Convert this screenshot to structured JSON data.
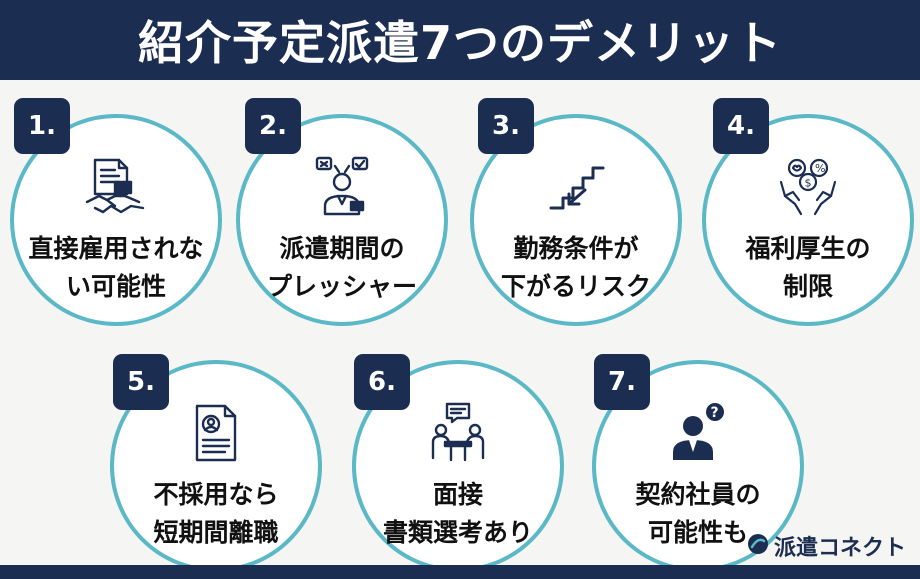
{
  "title": "紹介予定派遣7つのデメリット",
  "colors": {
    "navy": "#1c2d52",
    "teal": "#5bb8c7",
    "background": "#f5f5f3"
  },
  "items": [
    {
      "number": "1.",
      "text": "直接雇用されな\nい可能性",
      "icon": "handshake-contract-icon"
    },
    {
      "number": "2.",
      "text": "派遣期間の\nプレッシャー",
      "icon": "pressured-person-icon"
    },
    {
      "number": "3.",
      "text": "勤務条件が\n下がるリスク",
      "icon": "stairs-down-arrow-icon"
    },
    {
      "number": "4.",
      "text": "福利厚生の\n制限",
      "icon": "hands-benefits-icon"
    },
    {
      "number": "5.",
      "text": "不採用なら\n短期間離職",
      "icon": "resume-document-icon"
    },
    {
      "number": "6.",
      "text": "面接\n書類選考あり",
      "icon": "interview-table-icon"
    },
    {
      "number": "7.",
      "text": "契約社員の\n可能性も",
      "icon": "person-question-icon"
    }
  ],
  "logo": {
    "text": "派遣コネクト",
    "icon": "logo-mark-icon"
  }
}
